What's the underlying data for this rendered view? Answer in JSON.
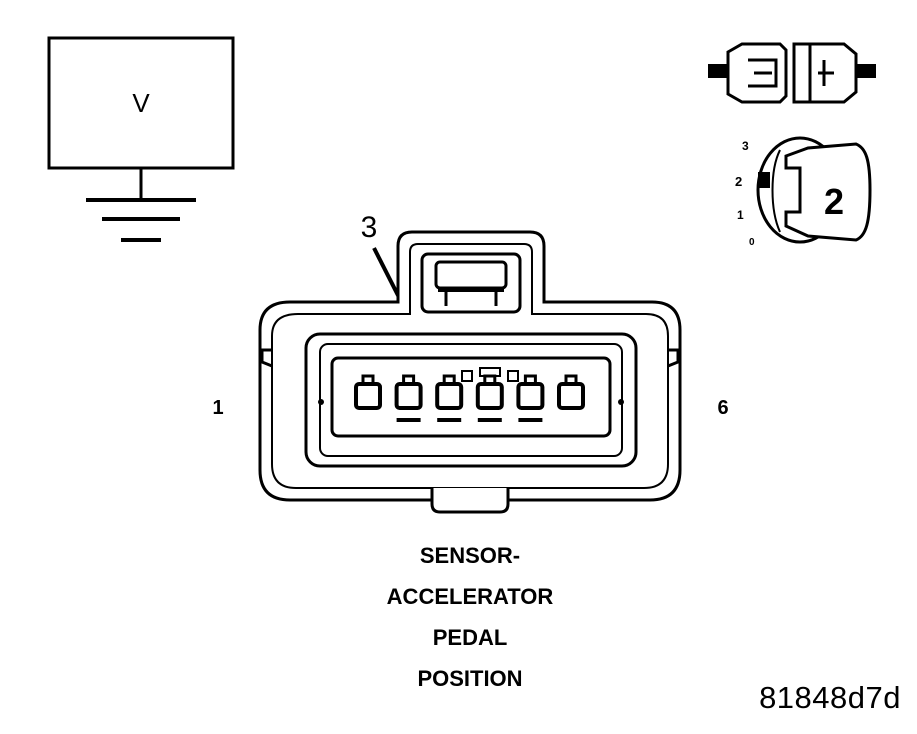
{
  "voltmeter": {
    "symbol": "V"
  },
  "ignition_switch": {
    "positions": [
      "0",
      "1",
      "2",
      "3"
    ],
    "selected_position": "2"
  },
  "connector": {
    "pointer_label": "3",
    "pin_left": "1",
    "pin_right": "6",
    "pin_count": 6,
    "probed_pin": 3
  },
  "caption": {
    "line1": "SENSOR-",
    "line2": "ACCELERATOR",
    "line3": "PEDAL",
    "line4": "POSITION"
  },
  "figure_ref": "81848d7d"
}
